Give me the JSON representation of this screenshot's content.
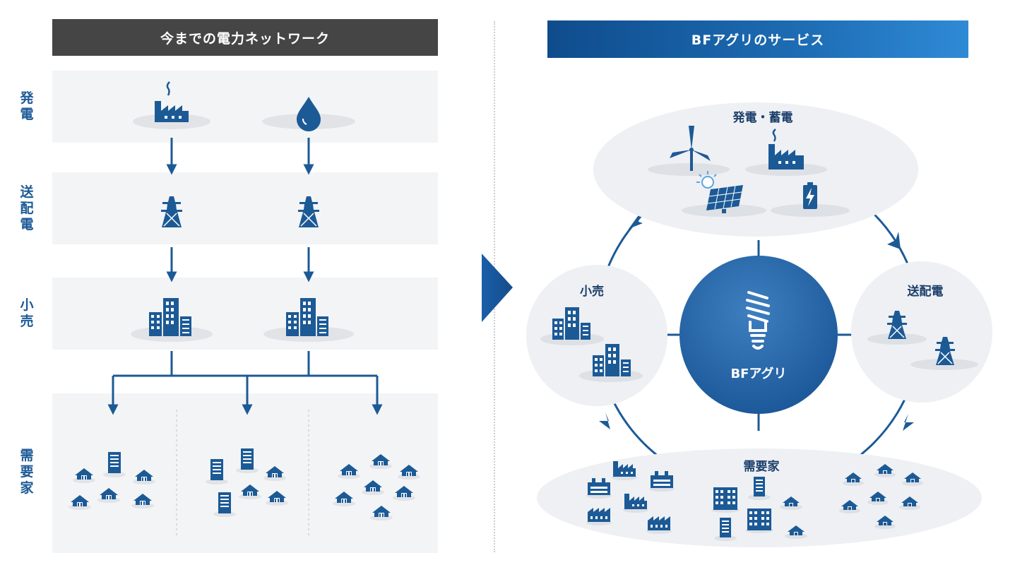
{
  "left_panel": {
    "title": "今までの電力ネットワーク",
    "rows": [
      {
        "label": "発\n電"
      },
      {
        "label": "送\n配\n電"
      },
      {
        "label": "小\n売"
      },
      {
        "label": "需\n要\n家"
      }
    ]
  },
  "right_panel": {
    "title": "BFアグリのサービス",
    "center": "BFアグリ",
    "nodes": {
      "top": "発電・蓄電",
      "left": "小売",
      "right": "送配電",
      "bottom": "需要家"
    }
  },
  "colors": {
    "primary": "#1c5a96",
    "dark_bar": "#454545",
    "band": "#f3f4f6",
    "icon_shadow": "#e1e3e6"
  },
  "icons": [
    "factory-icon",
    "water-drop-icon",
    "pylon-icon",
    "office-building-icon",
    "house-icon",
    "wind-turbine-icon",
    "solar-panel-icon",
    "battery-icon",
    "light-bulb-icon"
  ]
}
